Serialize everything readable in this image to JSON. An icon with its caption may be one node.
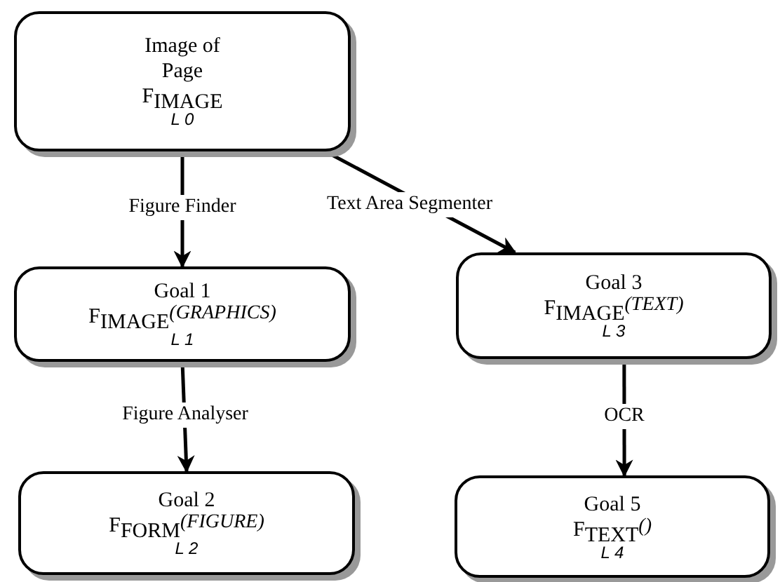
{
  "diagram": {
    "nodes": [
      {
        "text": [
          "Image of Page",
          "F$_{IMAGE}$",
          "L 0"
        ]
      },
      {
        "text": [
          "Goal 1",
          "F$_{IMAGE}$$^{(GRAPHICS)}$",
          "L 1"
        ]
      },
      {
        "text": [
          "Goal 2",
          "F$_{FORM}$$^{(FIGURE)}$",
          "L 2"
        ]
      },
      {
        "text": [
          "Goal 3",
          "F$_{IMAGE}$$^{(TEXT)}$",
          "L 3"
        ]
      },
      {
        "text": [
          "Goal 5",
          "F$_{TEXT}$$^{()}$",
          "L 4"
        ]
      }
    ],
    "edges": [
      {
        "from": 0,
        "to": 1,
        "arrow": "to",
        "label": "Figure Finder"
      },
      {
        "from": 0,
        "to": 3,
        "arrow": "to",
        "label": "Text Area Segmenter"
      },
      {
        "from": 1,
        "to": 2,
        "arrow": "to",
        "label": "Figure Analyser"
      },
      {
        "from": 3,
        "to": 4,
        "arrow": "to",
        "label": "OCR"
      }
    ]
  }
}
